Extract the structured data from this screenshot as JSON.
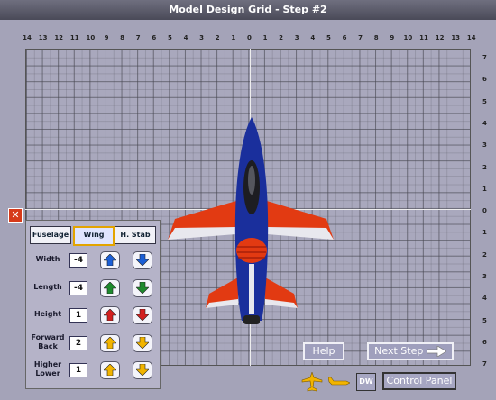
{
  "title": "Model Design Grid  -  Step #2",
  "grid": {
    "x_ticks": [
      "14",
      "13",
      "12",
      "11",
      "10",
      "9",
      "8",
      "7",
      "6",
      "5",
      "4",
      "3",
      "2",
      "1",
      "0",
      "1",
      "2",
      "3",
      "4",
      "5",
      "6",
      "7",
      "8",
      "9",
      "10",
      "11",
      "12",
      "13",
      "14"
    ],
    "y_ticks": [
      "7",
      "6",
      "5",
      "4",
      "3",
      "2",
      "1",
      "0",
      "1",
      "2",
      "3",
      "4",
      "5",
      "6",
      "7"
    ]
  },
  "panel": {
    "tabs": [
      {
        "label": "Fuselage",
        "active": false
      },
      {
        "label": "Wing",
        "active": true
      },
      {
        "label": "H. Stab",
        "active": false
      }
    ],
    "rows": [
      {
        "label": "Width",
        "value": "-4",
        "up_color": "#1c5fd6",
        "down_color": "#1c5fd6"
      },
      {
        "label": "Length",
        "value": "-4",
        "up_color": "#1e8a2d",
        "down_color": "#1e8a2d"
      },
      {
        "label": "Height",
        "value": "1",
        "up_color": "#d32020",
        "down_color": "#d32020"
      },
      {
        "label": "Forward\nBack",
        "value": "2",
        "up_color": "#f2b400",
        "down_color": "#f2b400"
      },
      {
        "label": "Higher\nLower",
        "value": "1",
        "up_color": "#f2b400",
        "down_color": "#f2b400"
      }
    ]
  },
  "buttons": {
    "help": "Help",
    "next_step": "Next Step",
    "dw": "DW",
    "control_panel": "Control Panel"
  },
  "icons": {
    "close": "close-icon",
    "plane_top": "airplane-top-icon",
    "plane_side": "airplane-side-icon",
    "next_arrow": "arrow-right-icon"
  },
  "colors": {
    "background": "#a4a3b8",
    "jet_blue": "#1a2f9c",
    "jet_red": "#e23a12",
    "jet_white": "#e8e8ee"
  }
}
